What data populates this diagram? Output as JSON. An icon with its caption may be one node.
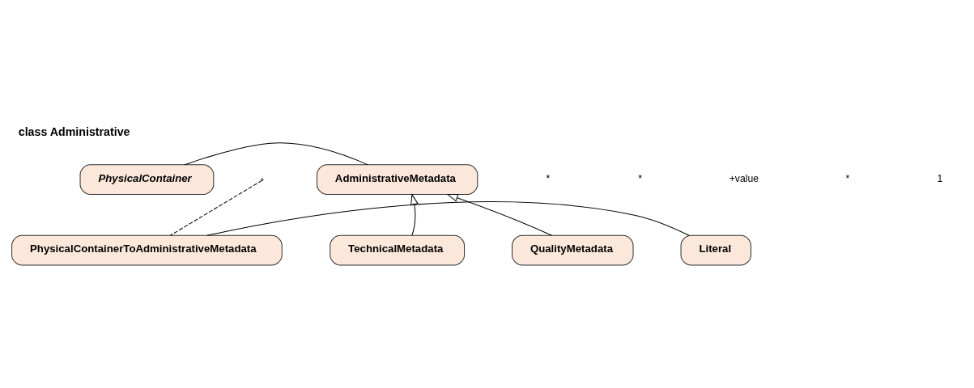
{
  "diagram": {
    "title": "class Administrative",
    "nodes": [
      {
        "text": [
          "PhysicalContainer"
        ]
      },
      {
        "text": [
          "AdministrativeMetadata"
        ]
      },
      {
        "text": [
          "TechnicalMetadata"
        ]
      },
      {
        "text": [
          "QualityMetadata"
        ]
      },
      {
        "text": [
          "PhysicalContainerToAdministrativeMetadata"
        ]
      },
      {
        "text": [
          "Literal"
        ]
      }
    ],
    "edges": [
      {
        "from": 0,
        "to": 1,
        "arrow": "none"
      },
      {
        "from": 2,
        "to": 1,
        "arrow": "to"
      },
      {
        "from": 3,
        "to": 1,
        "arrow": "to"
      },
      {
        "from": null,
        "to": 4,
        "arrow": "none",
        "style": "dashed"
      },
      {
        "from": 4,
        "to": 5,
        "arrow": "none"
      }
    ],
    "labels": [
      "*",
      "*",
      "+value",
      "*",
      "1"
    ]
  }
}
